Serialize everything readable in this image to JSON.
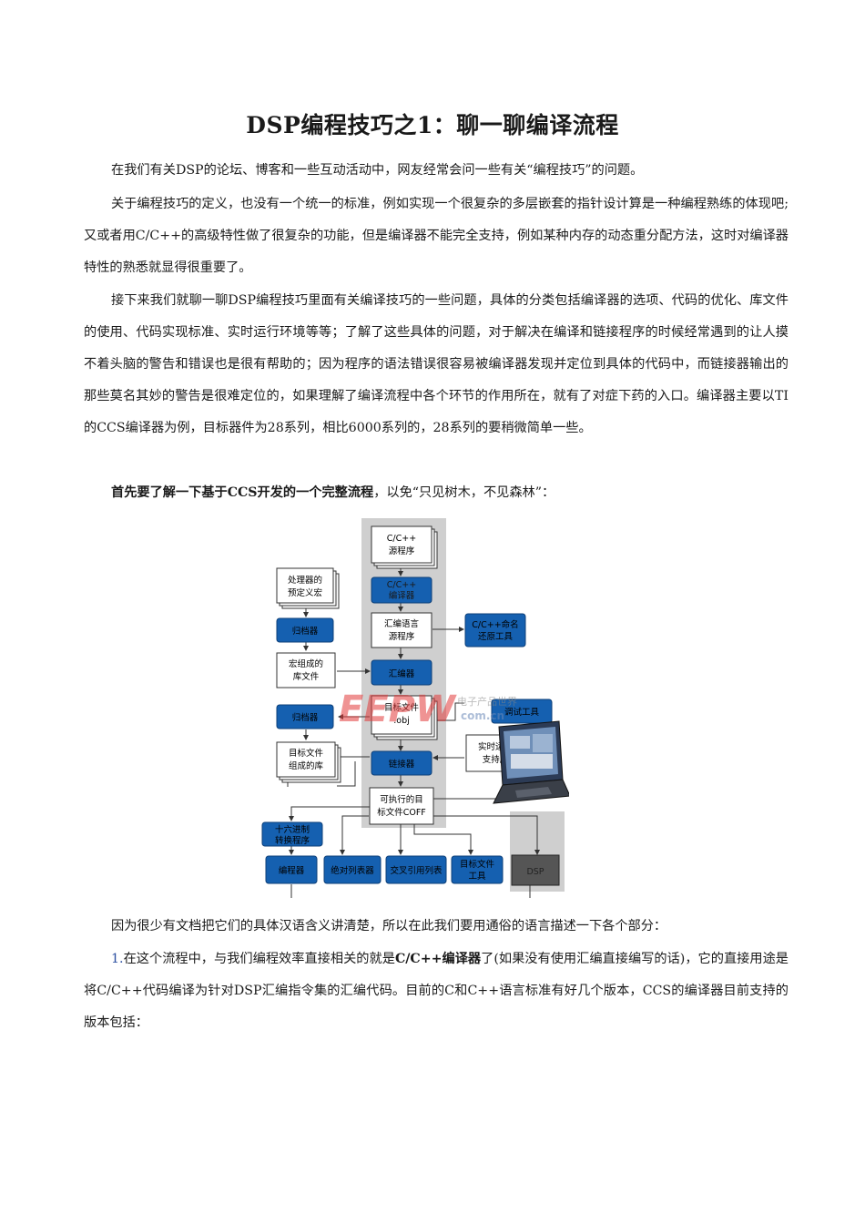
{
  "title": "DSP编程技巧之1：聊一聊编译流程",
  "paragraphs": {
    "p1": "在我们有关DSP的论坛、博客和一些互动活动中，网友经常会问一些有关“编程技巧”的问题。",
    "p2": "关于编程技巧的定义，也没有一个统一的标准，例如实现一个很复杂的多层嵌套的指针设计算是一种编程熟练的体现吧;又或者用C/C++的高级特性做了很复杂的功能，但是编译器不能完全支持，例如某种内存的动态重分配方法，这时对编译器特性的熟悉就显得很重要了。",
    "p3": "接下来我们就聊一聊DSP编程技巧里面有关编译技巧的一些问题，具体的分类包括编译器的选项、代码的优化、库文件的使用、代码实现标准、实时运行环境等等；了解了这些具体的问题，对于解决在编译和链接程序的时候经常遇到的让人摸不着头脑的警告和错误也是很有帮助的；因为程序的语法错误很容易被编译器发现并定位到具体的代码中，而链接器输出的那些莫名其妙的警告是很难定位的，如果理解了编译流程中各个环节的作用所在，就有了对症下药的入口。编译器主要以TI的CCS编译器为例，目标器件为28系列，相比6000系列的，28系列的要稍微简单一些。",
    "p4_bold": "首先要了解一下基于CCS开发的一个完整流程",
    "p4_rest": "，以免“只见树木，不见森林”：",
    "p5": "因为很少有文档把它们的具体汉语含义讲清楚，所以在此我们要用通俗的语言描述一下各个部分：",
    "p6_num": "1.",
    "p6_a": "在这个流程中，与我们编程效率直接相关的就是",
    "p6_bold": "C/C++编译器",
    "p6_b": "了(如果没有使用汇编直接编写的话)，它的直接用途是将C/C++代码编译为针对DSP汇编指令集的汇编代码。目前的C和C++语言标准有好几个版本，CCS的编译器目前支持的版本包括："
  },
  "diagram": {
    "colors": {
      "blue": "#1560b0",
      "band": "#cfcfcf",
      "doc_border": "#333333",
      "dsp": "#555555",
      "line": "#333333"
    },
    "nodes": {
      "src1": "C/C++",
      "src2": "源程序",
      "comp1": "C/C++",
      "comp2": "编译器",
      "asm1": "汇编语言",
      "asm2": "源程序",
      "demangle1": "C/C++命名",
      "demangle2": "还原工具",
      "assembler": "汇编器",
      "macro_src1": "处理器的",
      "macro_src2": "预定义宏",
      "archiver1": "归档器",
      "macro_lib1": "宏组成的",
      "macro_lib2": "库文件",
      "obj1": "目标文件",
      "obj2": ".obj",
      "archiver2": "归档器",
      "obj_lib1": "目标文件",
      "obj_lib2": "组成的库",
      "rts1": "实时运行",
      "rts2": "支持库",
      "debug": "调试工具",
      "linker": "链接器",
      "exe1": "可执行的目",
      "exe2": "标文件COFF",
      "hex1": "十六进制",
      "hex2": "转换程序",
      "programmer": "编程器",
      "abs_lister": "绝对列表器",
      "xref_lister": "交叉引用列表",
      "objtool1": "目标文件",
      "objtool2": "工具",
      "dsp": "DSP"
    },
    "watermark": {
      "brand": "EEPW",
      "site": "com.cn",
      "cn": "电子产品世界"
    }
  }
}
